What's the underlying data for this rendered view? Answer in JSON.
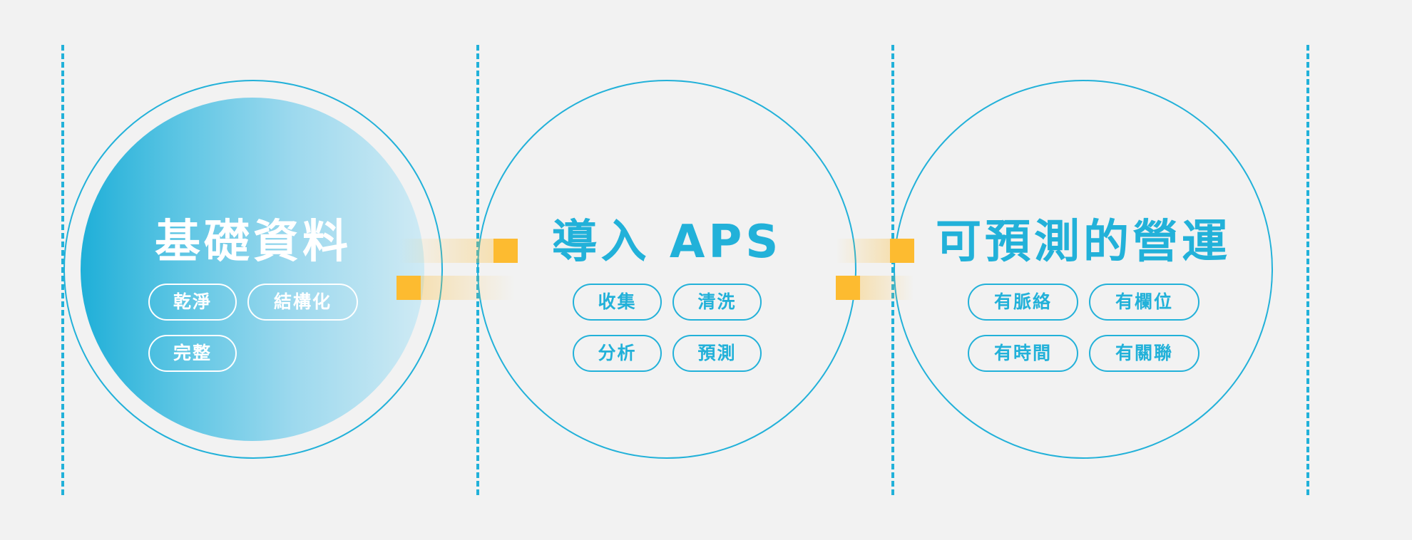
{
  "colors": {
    "accent": "#22b1d9",
    "connector": "#fdbb30",
    "background": "#f2f2f2"
  },
  "stages": [
    {
      "title": "基礎資料",
      "tags": [
        "乾淨",
        "結構化",
        "完整"
      ]
    },
    {
      "title": "導入 APS",
      "tags": [
        "收集",
        "清洗",
        "分析",
        "預測"
      ]
    },
    {
      "title": "可預測的營運",
      "tags": [
        "有脈絡",
        "有欄位",
        "有時間",
        "有關聯"
      ]
    }
  ]
}
